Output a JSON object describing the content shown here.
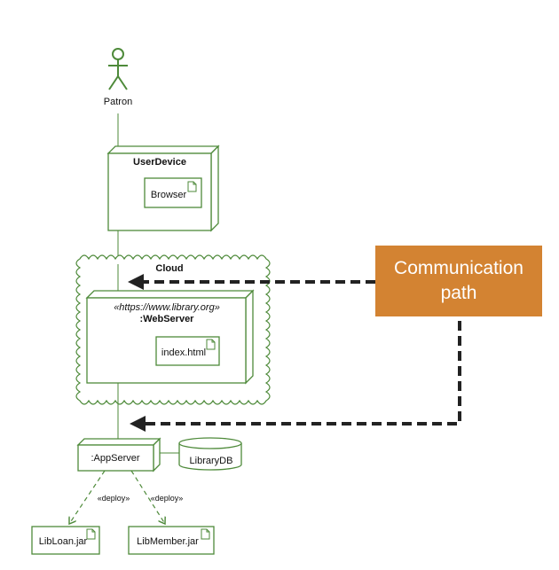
{
  "actor": {
    "label": "Patron"
  },
  "nodes": {
    "user_device": {
      "title": "UserDevice",
      "artifact": "Browser"
    },
    "cloud": {
      "title": "Cloud"
    },
    "web_server": {
      "stereotype": "«https://www.library.org»",
      "title": ":WebServer",
      "artifact": "index.html"
    },
    "app_server": {
      "title": ":AppServer"
    },
    "database": {
      "label": "LibraryDB"
    },
    "lib_loan": {
      "label": "LibLoan.jar"
    },
    "lib_member": {
      "label": "LibMember.jar"
    }
  },
  "relations": {
    "deploy_left": "«deploy»",
    "deploy_right": "«deploy»"
  },
  "callout": {
    "line1": "Communication",
    "line2": "path",
    "color": "#d38332"
  },
  "colors": {
    "uml_line": "#4e8a3a",
    "arrow": "#222222"
  }
}
